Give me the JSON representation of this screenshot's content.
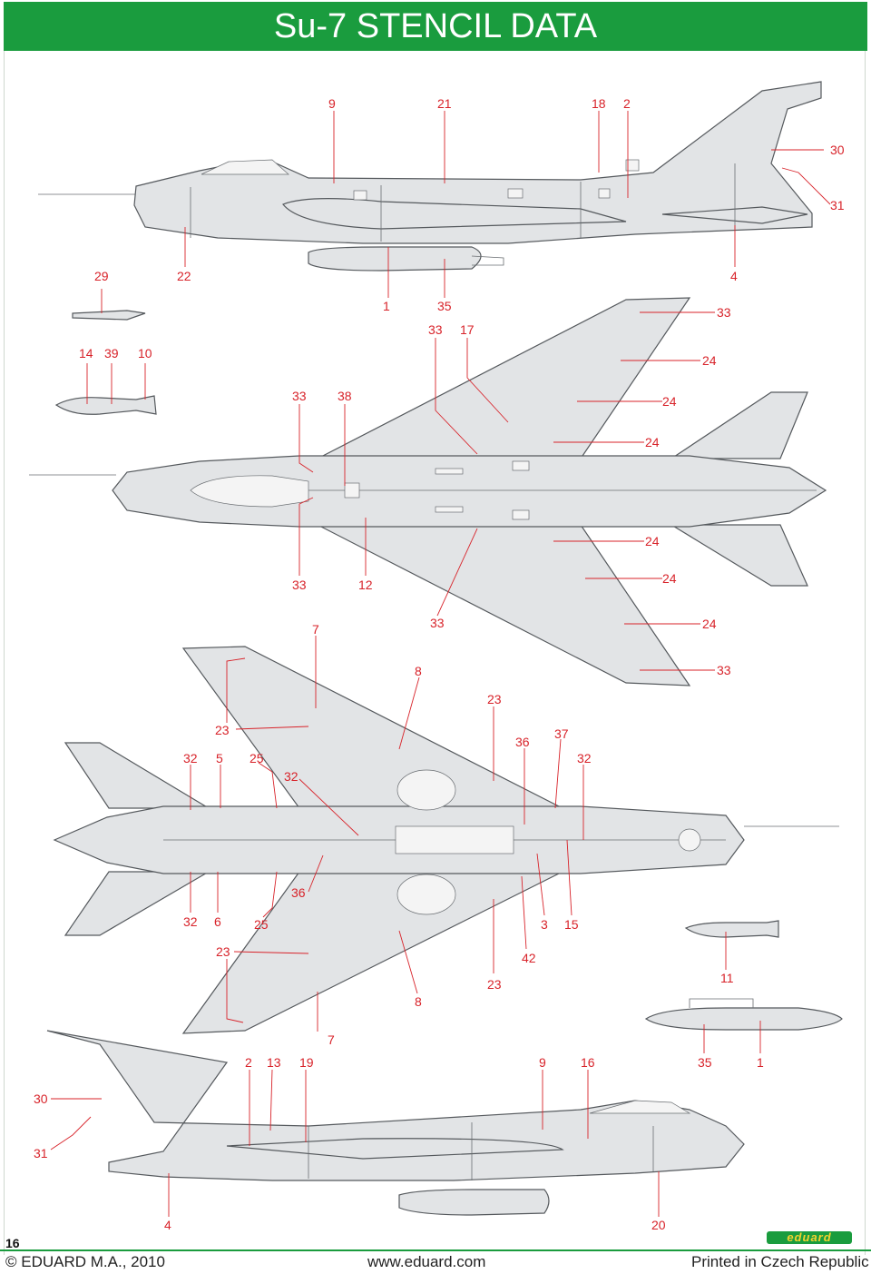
{
  "title": "Su-7 STENCIL DATA",
  "page_number": "16",
  "footer": {
    "copyright": "© EDUARD M.A., 2010",
    "website": "www.eduard.com",
    "printed": "Printed in Czech Republic"
  },
  "logo_text": "eduard",
  "colors": {
    "accent": "#1a9c3e",
    "leader": "#d8232a",
    "airframe": "#e2e4e6",
    "outline": "#555a5e"
  },
  "callouts": [
    "9",
    "21",
    "18",
    "2",
    "30",
    "31",
    "29",
    "22",
    "4",
    "1",
    "35",
    "33",
    "14",
    "39",
    "10",
    "33",
    "17",
    "24",
    "33",
    "38",
    "24",
    "24",
    "24",
    "33",
    "12",
    "24",
    "7",
    "33",
    "24",
    "8",
    "33",
    "23",
    "23",
    "37",
    "32",
    "5",
    "25",
    "36",
    "32",
    "32",
    "36",
    "32",
    "6",
    "25",
    "3",
    "15",
    "23",
    "42",
    "11",
    "23",
    "8",
    "7",
    "2",
    "13",
    "19",
    "9",
    "16",
    "35",
    "1",
    "30",
    "31",
    "4",
    "20"
  ]
}
